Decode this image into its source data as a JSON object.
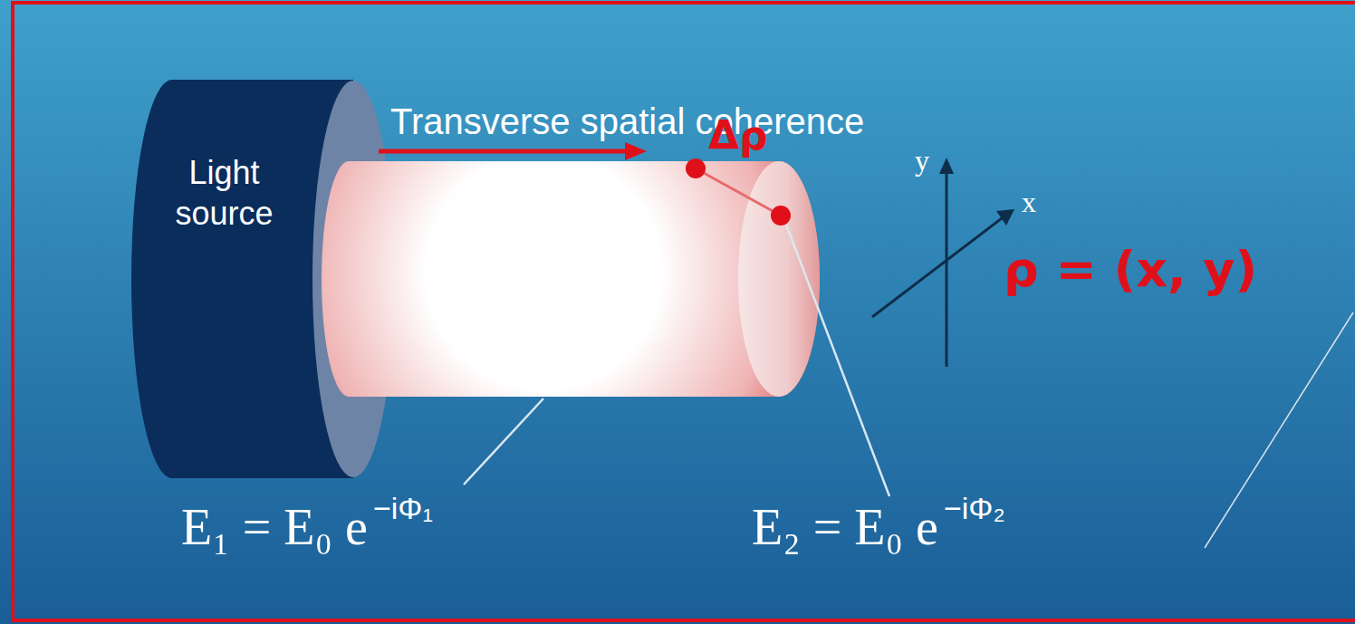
{
  "diagram": {
    "nodes": [
      {
        "text": [
          "Light source"
        ]
      }
    ],
    "labels": [
      "Transverse spatial coherence",
      "Δρ",
      "y",
      "x",
      "ρ = (x, y)",
      "E₁ = E₀ e",
      "−iΦ₁",
      "E₂ = E₀ e",
      "−iΦ₂"
    ]
  }
}
